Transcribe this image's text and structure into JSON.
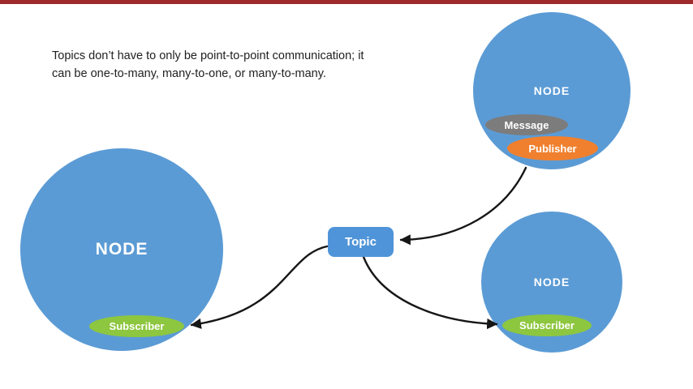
{
  "page": {
    "background": "#ffffff"
  },
  "caption": {
    "text": "Topics don’t have to only be point-to-point communication; it\ncan be one-to-many, many-to-one, or many-to-many."
  },
  "topic": {
    "label": "Topic"
  },
  "nodes": {
    "left": {
      "label": "NODE",
      "badges": [
        {
          "type": "subscriber",
          "label": "Subscriber"
        }
      ]
    },
    "top_right": {
      "label": "NODE",
      "badges": [
        {
          "type": "message",
          "label": "Message"
        },
        {
          "type": "publisher",
          "label": "Publisher"
        }
      ]
    },
    "bottom_right": {
      "label": "NODE",
      "badges": [
        {
          "type": "subscriber",
          "label": "Subscriber"
        }
      ]
    }
  },
  "arrows": [
    {
      "name": "publisher-to-topic",
      "from": "Publisher",
      "to": "Topic"
    },
    {
      "name": "topic-to-left-subscriber",
      "from": "Topic",
      "to": "Subscriber (left node)"
    },
    {
      "name": "topic-to-bottom-subscriber",
      "from": "Topic",
      "to": "Subscriber (bottom-right node)"
    }
  ],
  "colors": {
    "node_blue": "#5b9bd5",
    "subscriber_green": "#8dc63f",
    "publisher_orange": "#f0802e",
    "message_gray": "#7c7c7c",
    "topic_blue": "#4f94d8",
    "top_bar_red": "#9e2a2b",
    "arrow_black": "#161616",
    "caption_text": "#1f1f1f"
  }
}
